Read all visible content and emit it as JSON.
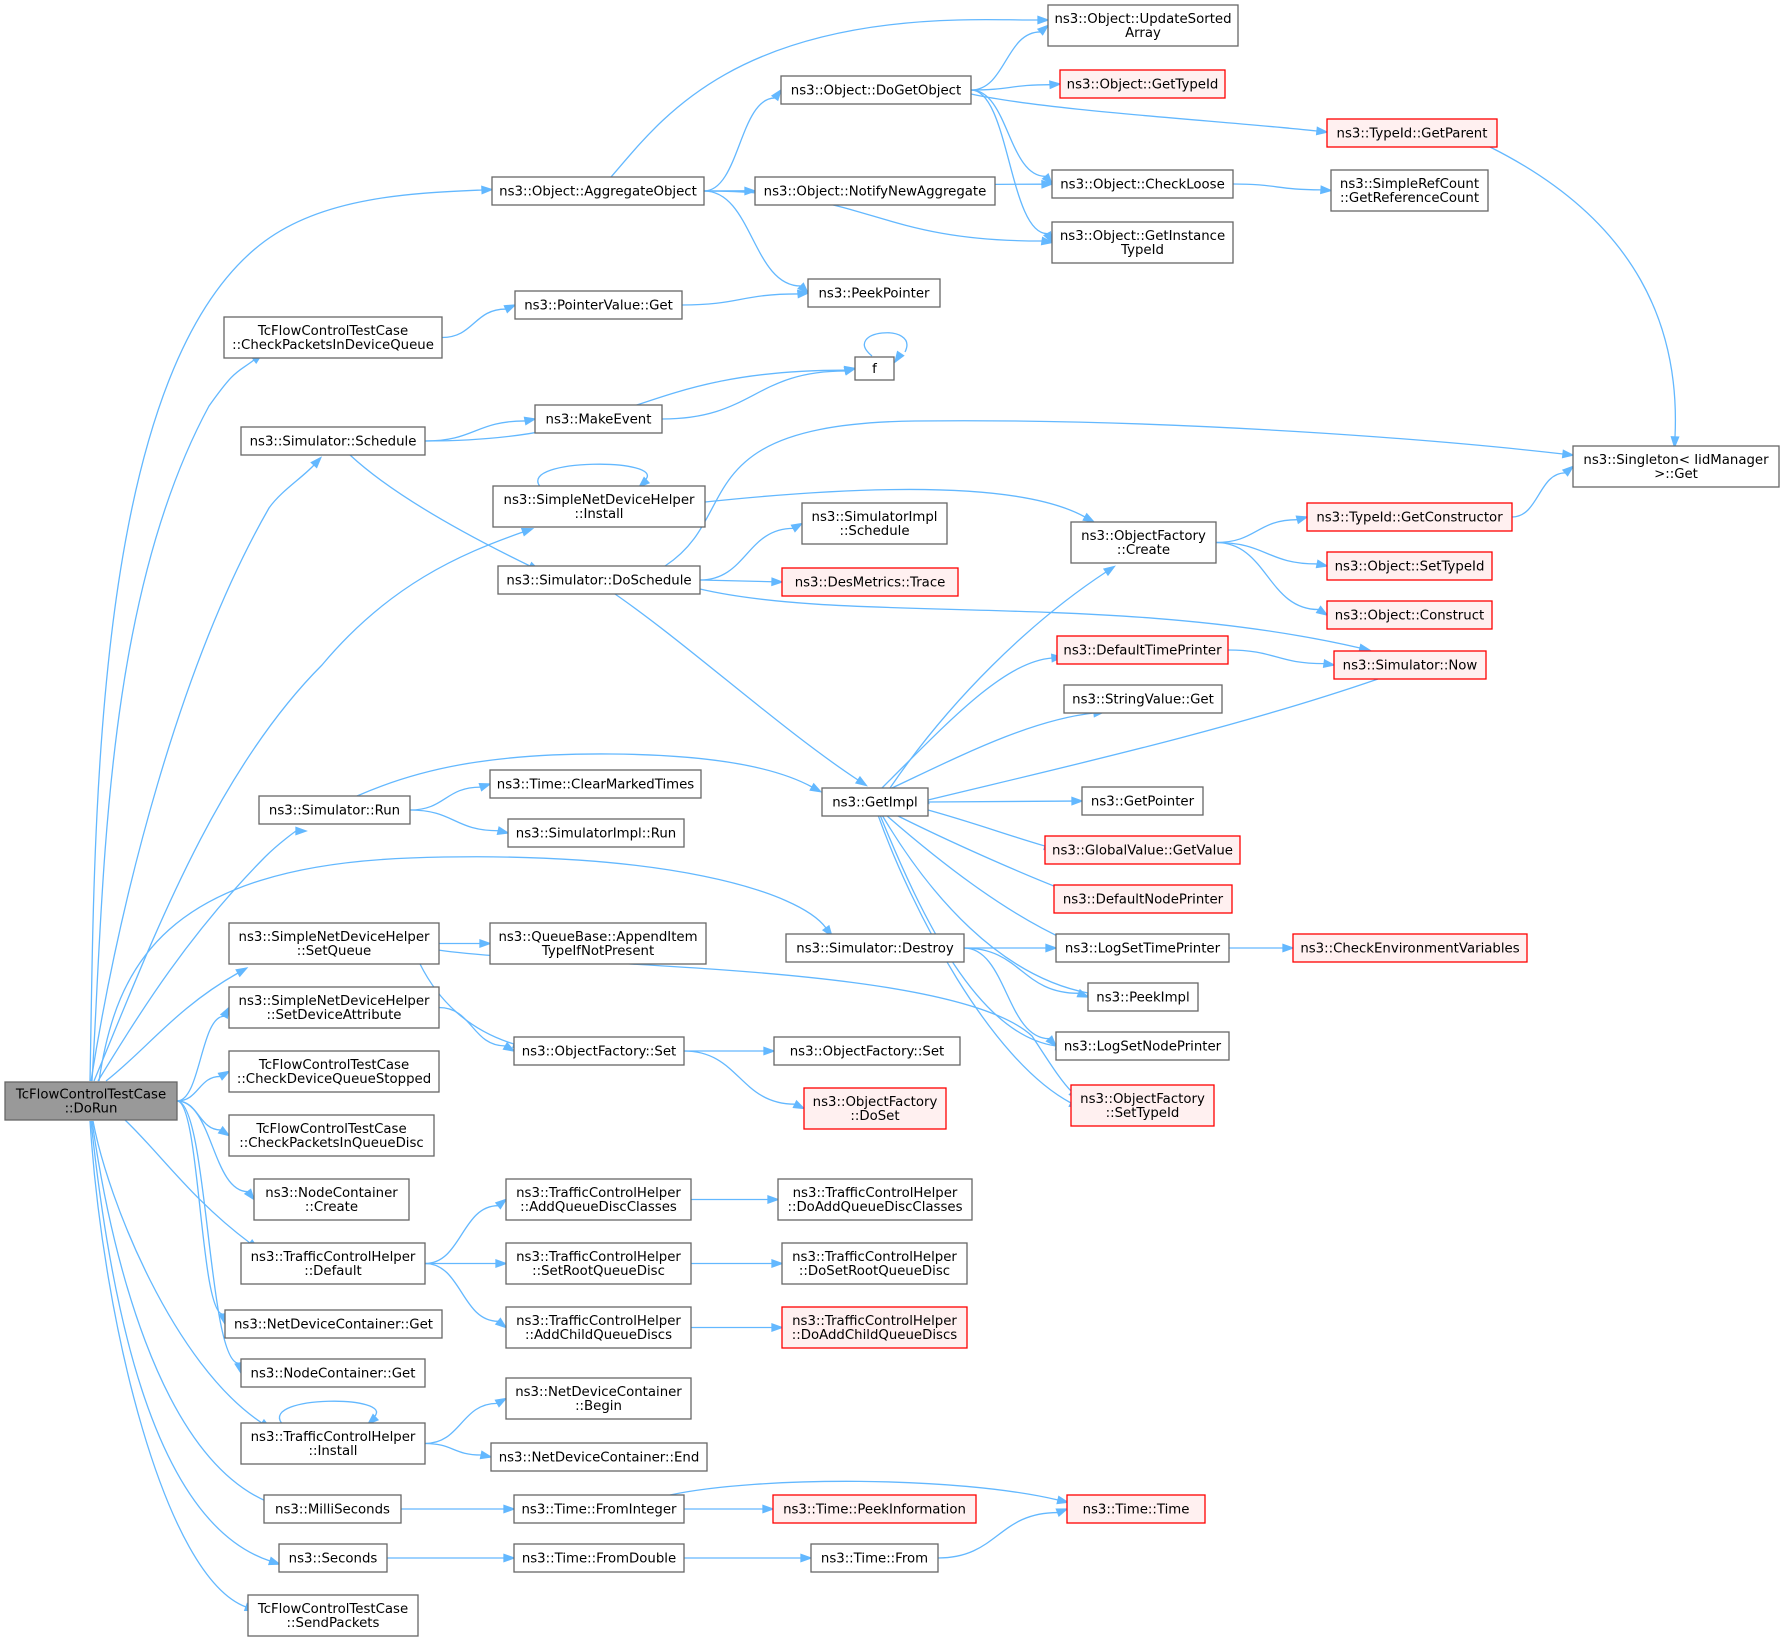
{
  "nodes": {
    "root": {
      "lines": [
        "TcFlowControlTestCase",
        "::DoRun"
      ],
      "style": "root"
    },
    "aggregateObject": {
      "lines": [
        "ns3::Object::AggregateObject"
      ]
    },
    "checkPktsDevQueue": {
      "lines": [
        "TcFlowControlTestCase",
        "::CheckPacketsInDeviceQueue"
      ]
    },
    "simSchedule": {
      "lines": [
        "ns3::Simulator::Schedule"
      ]
    },
    "sndhInstall": {
      "lines": [
        "ns3::SimpleNetDeviceHelper",
        "::Install"
      ]
    },
    "simRun": {
      "lines": [
        "ns3::Simulator::Run"
      ]
    },
    "simDestroy": {
      "lines": [
        "ns3::Simulator::Destroy"
      ]
    },
    "sndhSetQueue": {
      "lines": [
        "ns3::SimpleNetDeviceHelper",
        "::SetQueue"
      ]
    },
    "sndhSetDevAttr": {
      "lines": [
        "ns3::SimpleNetDeviceHelper",
        "::SetDeviceAttribute"
      ]
    },
    "checkDevQueueStopped": {
      "lines": [
        "TcFlowControlTestCase",
        "::CheckDeviceQueueStopped"
      ]
    },
    "checkPktsQueueDisc": {
      "lines": [
        "TcFlowControlTestCase",
        "::CheckPacketsInQueueDisc"
      ]
    },
    "nodeContCreate": {
      "lines": [
        "ns3::NodeContainer",
        "::Create"
      ]
    },
    "tchDefault": {
      "lines": [
        "ns3::TrafficControlHelper",
        "::Default"
      ]
    },
    "ndcGet": {
      "lines": [
        "ns3::NetDeviceContainer::Get"
      ]
    },
    "nodeContGet": {
      "lines": [
        "ns3::NodeContainer::Get"
      ]
    },
    "tchInstall": {
      "lines": [
        "ns3::TrafficControlHelper",
        "::Install"
      ]
    },
    "milliSeconds": {
      "lines": [
        "ns3::MilliSeconds"
      ]
    },
    "seconds": {
      "lines": [
        "ns3::Seconds"
      ]
    },
    "sendPackets": {
      "lines": [
        "TcFlowControlTestCase",
        "::SendPackets"
      ]
    },
    "doGetObject": {
      "lines": [
        "ns3::Object::DoGetObject"
      ]
    },
    "notifyNewAggr": {
      "lines": [
        "ns3::Object::NotifyNewAggregate"
      ]
    },
    "peekPointer": {
      "lines": [
        "ns3::PeekPointer"
      ]
    },
    "pointerValueGet": {
      "lines": [
        "ns3::PointerValue::Get"
      ]
    },
    "f": {
      "lines": [
        "f"
      ]
    },
    "makeEvent": {
      "lines": [
        "ns3::MakeEvent"
      ]
    },
    "simDoSchedule": {
      "lines": [
        "ns3::Simulator::DoSchedule"
      ]
    },
    "simImplSchedule": {
      "lines": [
        "ns3::SimulatorImpl",
        "::Schedule"
      ]
    },
    "desMetricsTrace": {
      "lines": [
        "ns3::DesMetrics::Trace"
      ],
      "style": "red"
    },
    "timeClearMarked": {
      "lines": [
        "ns3::Time::ClearMarkedTimes"
      ]
    },
    "simImplRun": {
      "lines": [
        "ns3::SimulatorImpl::Run"
      ]
    },
    "getImpl": {
      "lines": [
        "ns3::GetImpl"
      ]
    },
    "queueBaseAppend": {
      "lines": [
        "ns3::QueueBase::AppendItem",
        "TypeIfNotPresent"
      ]
    },
    "objFactorySet": {
      "lines": [
        "ns3::ObjectFactory::Set"
      ]
    },
    "objFactorySet2": {
      "lines": [
        "ns3::ObjectFactory::Set"
      ]
    },
    "objFactoryDoSet": {
      "lines": [
        "ns3::ObjectFactory",
        "::DoSet"
      ],
      "style": "red"
    },
    "tchAddQDClasses": {
      "lines": [
        "ns3::TrafficControlHelper",
        "::AddQueueDiscClasses"
      ]
    },
    "tchSetRootQD": {
      "lines": [
        "ns3::TrafficControlHelper",
        "::SetRootQueueDisc"
      ]
    },
    "tchAddChildQD": {
      "lines": [
        "ns3::TrafficControlHelper",
        "::AddChildQueueDiscs"
      ]
    },
    "tchDoAddQDClasses": {
      "lines": [
        "ns3::TrafficControlHelper",
        "::DoAddQueueDiscClasses"
      ]
    },
    "tchDoSetRootQD": {
      "lines": [
        "ns3::TrafficControlHelper",
        "::DoSetRootQueueDisc"
      ]
    },
    "tchDoAddChildQD": {
      "lines": [
        "ns3::TrafficControlHelper",
        "::DoAddChildQueueDiscs"
      ],
      "style": "red"
    },
    "ndcBegin": {
      "lines": [
        "ns3::NetDeviceContainer",
        "::Begin"
      ]
    },
    "ndcEnd": {
      "lines": [
        "ns3::NetDeviceContainer::End"
      ]
    },
    "timeFromInteger": {
      "lines": [
        "ns3::Time::FromInteger"
      ]
    },
    "timeFromDouble": {
      "lines": [
        "ns3::Time::FromDouble"
      ]
    },
    "timePeekInfo": {
      "lines": [
        "ns3::Time::PeekInformation"
      ],
      "style": "red"
    },
    "timeFrom": {
      "lines": [
        "ns3::Time::From"
      ]
    },
    "timeTime": {
      "lines": [
        "ns3::Time::Time"
      ],
      "style": "red"
    },
    "updateSorted": {
      "lines": [
        "ns3::Object::UpdateSorted",
        "Array"
      ]
    },
    "objGetTypeId": {
      "lines": [
        "ns3::Object::GetTypeId"
      ],
      "style": "red"
    },
    "typeIdGetParent": {
      "lines": [
        "ns3::TypeId::GetParent"
      ],
      "style": "red"
    },
    "objCheckLoose": {
      "lines": [
        "ns3::Object::CheckLoose"
      ]
    },
    "objGetInstTypeId": {
      "lines": [
        "ns3::Object::GetInstance",
        "TypeId"
      ]
    },
    "simpleRefCount": {
      "lines": [
        "ns3::SimpleRefCount",
        "::GetReferenceCount"
      ]
    },
    "singletonGet": {
      "lines": [
        "ns3::Singleton< IidManager",
        " >::Get"
      ]
    },
    "objFactoryCreate": {
      "lines": [
        "ns3::ObjectFactory",
        "::Create"
      ]
    },
    "typeIdGetCtor": {
      "lines": [
        "ns3::TypeId::GetConstructor"
      ],
      "style": "red"
    },
    "objSetTypeId": {
      "lines": [
        "ns3::Object::SetTypeId"
      ],
      "style": "red"
    },
    "objConstruct": {
      "lines": [
        "ns3::Object::Construct"
      ],
      "style": "red"
    },
    "defaultTimePrinter": {
      "lines": [
        "ns3::DefaultTimePrinter"
      ],
      "style": "red"
    },
    "simNow": {
      "lines": [
        "ns3::Simulator::Now"
      ],
      "style": "red"
    },
    "stringValueGet": {
      "lines": [
        "ns3::StringValue::Get"
      ]
    },
    "getPointer": {
      "lines": [
        "ns3::GetPointer"
      ]
    },
    "globalValueGet": {
      "lines": [
        "ns3::GlobalValue::GetValue"
      ],
      "style": "red"
    },
    "defaultNodePrinter": {
      "lines": [
        "ns3::DefaultNodePrinter"
      ],
      "style": "red"
    },
    "logSetTimePrinter": {
      "lines": [
        "ns3::LogSetTimePrinter"
      ]
    },
    "checkEnvVars": {
      "lines": [
        "ns3::CheckEnvironmentVariables"
      ],
      "style": "red"
    },
    "peekImpl": {
      "lines": [
        "ns3::PeekImpl"
      ]
    },
    "logSetNodePrinter": {
      "lines": [
        "ns3::LogSetNodePrinter"
      ]
    },
    "objFactorySetTypeId": {
      "lines": [
        "ns3::ObjectFactory",
        "::SetTypeId"
      ],
      "style": "red"
    }
  },
  "edges": [
    [
      "root",
      "aggregateObject"
    ],
    [
      "root",
      "checkPktsDevQueue"
    ],
    [
      "root",
      "simSchedule"
    ],
    [
      "root",
      "sndhInstall"
    ],
    [
      "root",
      "simRun"
    ],
    [
      "root",
      "simDestroy"
    ],
    [
      "root",
      "sndhSetQueue"
    ],
    [
      "root",
      "sndhSetDevAttr"
    ],
    [
      "root",
      "checkDevQueueStopped"
    ],
    [
      "root",
      "checkPktsQueueDisc"
    ],
    [
      "root",
      "nodeContCreate"
    ],
    [
      "root",
      "tchDefault"
    ],
    [
      "root",
      "ndcGet"
    ],
    [
      "root",
      "nodeContGet"
    ],
    [
      "root",
      "tchInstall"
    ],
    [
      "root",
      "milliSeconds"
    ],
    [
      "root",
      "seconds"
    ],
    [
      "root",
      "sendPackets"
    ],
    [
      "aggregateObject",
      "updateSorted"
    ],
    [
      "aggregateObject",
      "doGetObject"
    ],
    [
      "aggregateObject",
      "notifyNewAggr"
    ],
    [
      "aggregateObject",
      "objCheckLoose"
    ],
    [
      "aggregateObject",
      "objGetInstTypeId"
    ],
    [
      "aggregateObject",
      "peekPointer"
    ],
    [
      "doGetObject",
      "updateSorted"
    ],
    [
      "doGetObject",
      "objGetTypeId"
    ],
    [
      "doGetObject",
      "typeIdGetParent"
    ],
    [
      "doGetObject",
      "objCheckLoose"
    ],
    [
      "doGetObject",
      "objGetInstTypeId"
    ],
    [
      "typeIdGetParent",
      "singletonGet"
    ],
    [
      "objCheckLoose",
      "simpleRefCount"
    ],
    [
      "checkPktsDevQueue",
      "pointerValueGet"
    ],
    [
      "pointerValueGet",
      "peekPointer"
    ],
    [
      "simSchedule",
      "f"
    ],
    [
      "simSchedule",
      "makeEvent"
    ],
    [
      "simSchedule",
      "simDoSchedule"
    ],
    [
      "makeEvent",
      "f"
    ],
    [
      "f",
      "f"
    ],
    [
      "sndhInstall",
      "sndhInstall"
    ],
    [
      "sndhInstall",
      "objFactoryCreate"
    ],
    [
      "simDoSchedule",
      "singletonGet"
    ],
    [
      "simDoSchedule",
      "simImplSchedule"
    ],
    [
      "simDoSchedule",
      "desMetricsTrace"
    ],
    [
      "simDoSchedule",
      "simNow"
    ],
    [
      "simDoSchedule",
      "getImpl"
    ],
    [
      "objFactoryCreate",
      "typeIdGetCtor"
    ],
    [
      "objFactoryCreate",
      "objSetTypeId"
    ],
    [
      "objFactoryCreate",
      "objConstruct"
    ],
    [
      "typeIdGetCtor",
      "singletonGet"
    ],
    [
      "defaultTimePrinter",
      "simNow"
    ],
    [
      "simNow",
      "getImpl"
    ],
    [
      "simRun",
      "timeClearMarked"
    ],
    [
      "simRun",
      "simImplRun"
    ],
    [
      "simRun",
      "getImpl"
    ],
    [
      "getImpl",
      "objFactoryCreate"
    ],
    [
      "getImpl",
      "defaultTimePrinter"
    ],
    [
      "getImpl",
      "stringValueGet"
    ],
    [
      "getImpl",
      "getPointer"
    ],
    [
      "getImpl",
      "globalValueGet"
    ],
    [
      "getImpl",
      "defaultNodePrinter"
    ],
    [
      "getImpl",
      "logSetTimePrinter"
    ],
    [
      "getImpl",
      "peekImpl"
    ],
    [
      "getImpl",
      "logSetNodePrinter"
    ],
    [
      "getImpl",
      "objFactorySetTypeId"
    ],
    [
      "simDestroy",
      "logSetTimePrinter"
    ],
    [
      "simDestroy",
      "peekImpl"
    ],
    [
      "simDestroy",
      "logSetNodePrinter"
    ],
    [
      "logSetTimePrinter",
      "checkEnvVars"
    ],
    [
      "sndhSetQueue",
      "queueBaseAppend"
    ],
    [
      "sndhSetQueue",
      "objFactorySet"
    ],
    [
      "sndhSetQueue",
      "objFactorySetTypeId"
    ],
    [
      "sndhSetDevAttr",
      "objFactorySet"
    ],
    [
      "objFactorySet",
      "objFactorySet2"
    ],
    [
      "objFactorySet",
      "objFactoryDoSet"
    ],
    [
      "tchDefault",
      "tchAddQDClasses"
    ],
    [
      "tchDefault",
      "tchSetRootQD"
    ],
    [
      "tchDefault",
      "tchAddChildQD"
    ],
    [
      "tchAddQDClasses",
      "tchDoAddQDClasses"
    ],
    [
      "tchSetRootQD",
      "tchDoSetRootQD"
    ],
    [
      "tchAddChildQD",
      "tchDoAddChildQD"
    ],
    [
      "tchInstall",
      "tchInstall"
    ],
    [
      "tchInstall",
      "ndcBegin"
    ],
    [
      "tchInstall",
      "ndcEnd"
    ],
    [
      "milliSeconds",
      "timeFromInteger"
    ],
    [
      "timeFromInteger",
      "timePeekInfo"
    ],
    [
      "timeFromInteger",
      "timeTime"
    ],
    [
      "seconds",
      "timeFromDouble"
    ],
    [
      "timeFromDouble",
      "timeFrom"
    ],
    [
      "timeFrom",
      "timeTime"
    ]
  ]
}
